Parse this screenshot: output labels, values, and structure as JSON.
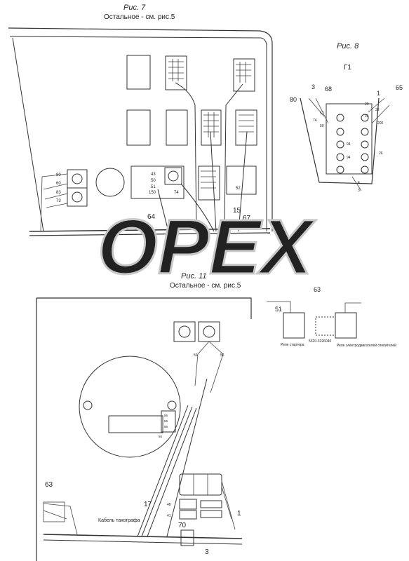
{
  "fig7": {
    "title": "Рис. 7",
    "subtitle": "Остальное - см. рис.5",
    "callouts": [
      "64",
      "15",
      "67",
      "80"
    ],
    "tags": [
      "150",
      "74",
      "52",
      "51",
      "50",
      "43"
    ],
    "ports_left": [
      "80",
      "60",
      "83",
      "73"
    ]
  },
  "fig8": {
    "title": "Рис. 8",
    "view": "Г1",
    "callouts": [
      "80",
      "3",
      "68",
      "1",
      "65"
    ],
    "tags": [
      "57",
      "74",
      "59",
      "29",
      "33",
      "15",
      "200",
      "94",
      "94",
      "4",
      "3",
      "26"
    ]
  },
  "fig11": {
    "title": "Рис. 11",
    "subtitle": "Остальное - см. рис.5",
    "callouts": [
      "63",
      "51",
      "63",
      "17",
      "70",
      "1",
      "3"
    ],
    "relay_starter": "Реле стартера",
    "relay_part": "5320-3226040",
    "relay_motors": "Реле электродвигателей отопителей",
    "tacho_cable": "Кабель тахографа",
    "tags": [
      "56",
      "56",
      "56",
      "56",
      "56",
      "56",
      "48",
      "41"
    ]
  },
  "watermark": {
    "text": "OPEX"
  },
  "colors": {
    "line": "#333333",
    "watermark": "#c8c8c8",
    "background": "#ffffff"
  }
}
